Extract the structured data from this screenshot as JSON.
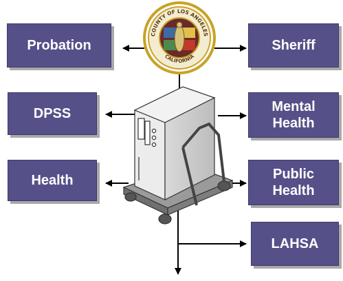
{
  "seal": {
    "top_text": "COUNTY OF LOS ANGELES",
    "bottom_text": "CALIFORNIA"
  },
  "nodes": {
    "probation": "Probation",
    "sheriff": "Sheriff",
    "dpss": "DPSS",
    "mental_health": "Mental\nHealth",
    "health": "Health",
    "public_health": "Public\nHealth",
    "lahsa": "LAHSA"
  },
  "colors": {
    "node_fill": "#565089",
    "node_shadow": "#a9a9a9",
    "seal_gold": "#c9a227",
    "connector": "#000000"
  },
  "icons": {
    "center": "computer-tower-on-cart-icon",
    "top": "county-seal-logo"
  }
}
